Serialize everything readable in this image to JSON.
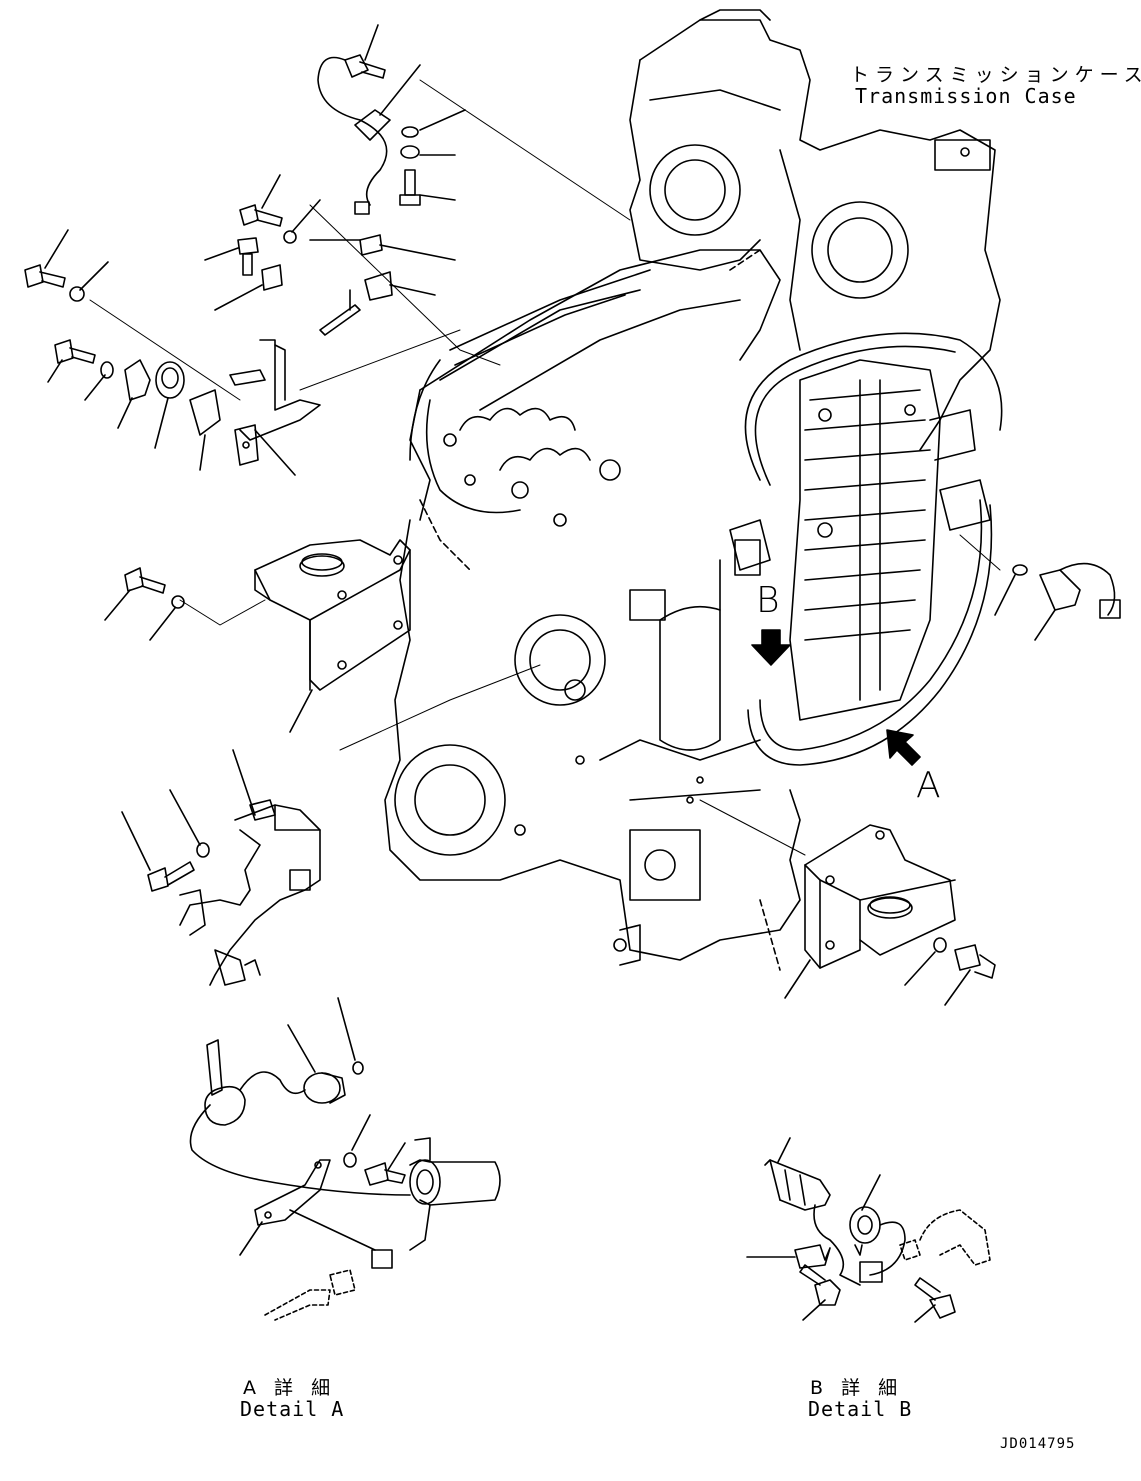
{
  "labels": {
    "case_jp": "トランスミッションケース",
    "case_en": "Transmission Case",
    "marker_a": "A",
    "marker_b": "B",
    "detail_a_jp": "A 詳 細",
    "detail_a_en": "Detail A",
    "detail_b_jp": "B 詳 細",
    "detail_b_en": "Detail B",
    "drawing_id": "JD014795"
  },
  "colors": {
    "line": "#000000",
    "background": "#ffffff"
  }
}
